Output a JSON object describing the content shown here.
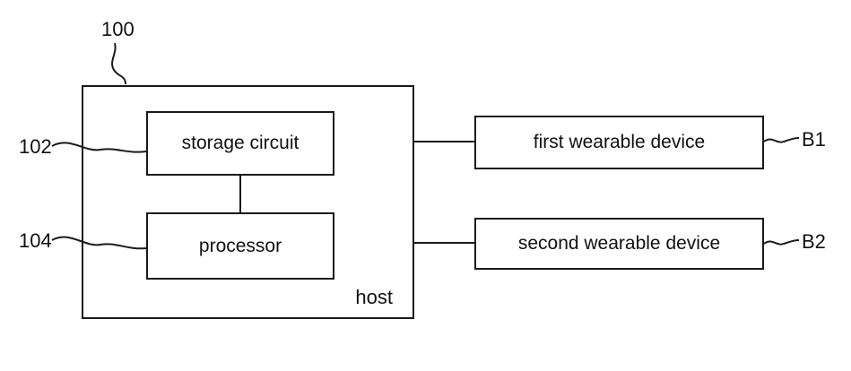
{
  "diagram": {
    "background_color": "#ffffff",
    "line_color": "#1a1a1a",
    "host_box": {
      "label": "host",
      "ref_label": "100"
    },
    "storage_box": {
      "label": "storage circuit",
      "ref_label": "102"
    },
    "processor_box": {
      "label": "processor",
      "ref_label": "104"
    },
    "first_device_box": {
      "label": "first wearable device",
      "ref_label": "B1"
    },
    "second_device_box": {
      "label": "second wearable device",
      "ref_label": "B2"
    }
  }
}
